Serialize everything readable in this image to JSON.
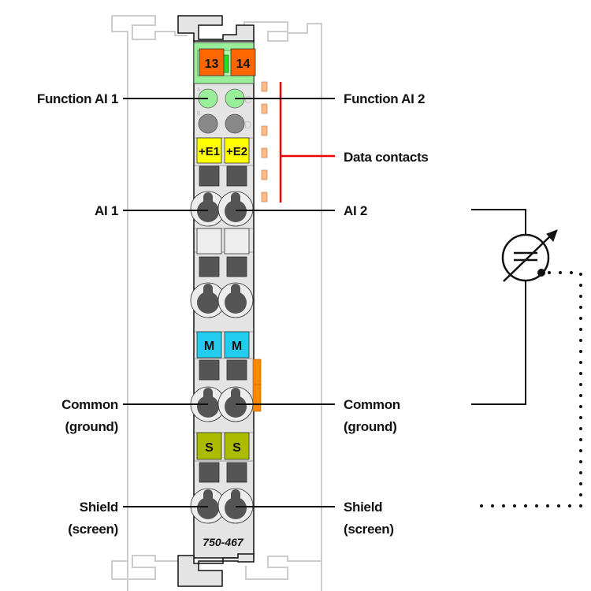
{
  "module": {
    "part_number": "750-467",
    "led_labels": [
      "13",
      "14"
    ],
    "led_letters": [
      "A",
      "B",
      "C",
      "D"
    ],
    "terminal_markers": {
      "supply": [
        "+E1",
        "+E2"
      ],
      "common": [
        "M",
        "M"
      ],
      "shield": [
        "S",
        "S"
      ]
    }
  },
  "labels": {
    "left": {
      "function_ai1": "Function AI 1",
      "ai1": "AI 1",
      "common": [
        "Common",
        "(ground)"
      ],
      "shield": [
        "Shield",
        "(screen)"
      ]
    },
    "right": {
      "function_ai2": "Function AI 2",
      "data_contacts": "Data contacts",
      "ai2": "AI 2",
      "common": [
        "Common",
        "(ground)"
      ],
      "shield": [
        "Shield",
        "(screen)"
      ]
    }
  },
  "colors": {
    "led_header": "#99ee99",
    "led_orange": "#ff6600",
    "led_green": "#99ee99",
    "marker_yellow": "#ffff00",
    "marker_blue": "#22ccee",
    "marker_olive": "#aabb00",
    "data_contact": "#ffbb88",
    "data_bracket": "#ee0000",
    "power_jumper": "#ff8800",
    "module_body": "#e4e4e4",
    "rail_outline": "#cccccc"
  }
}
